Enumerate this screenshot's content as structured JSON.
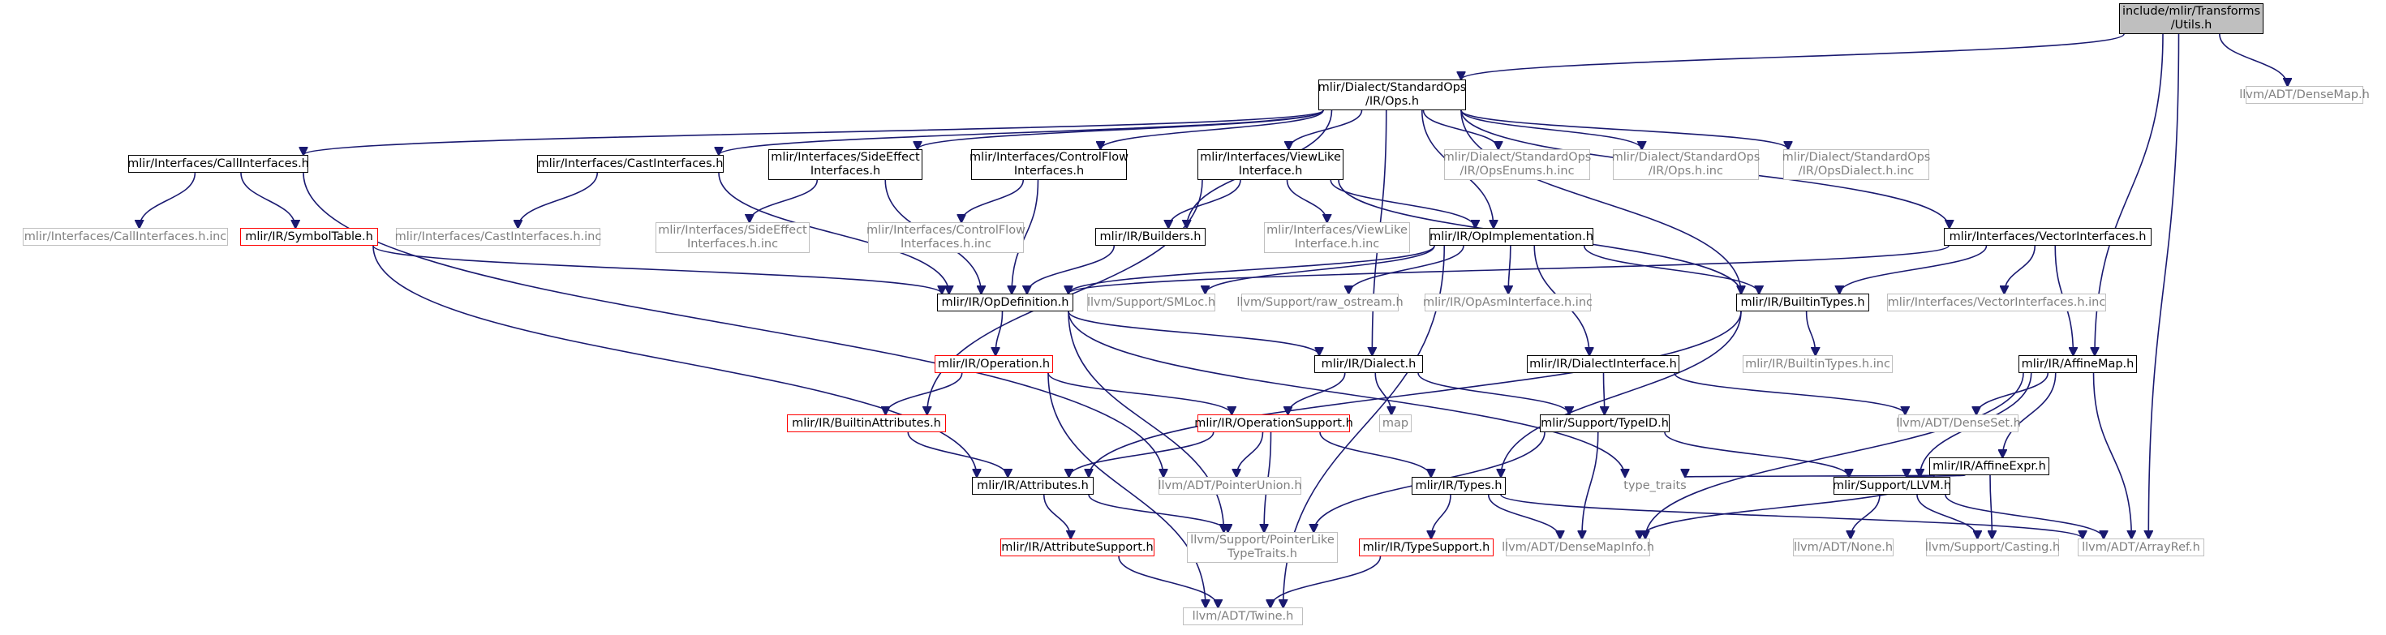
{
  "diagram": {
    "colors": {
      "edge": "#191970",
      "root_fill": "#bfbfbf",
      "documented_border": "#000000",
      "truncated_border": "#ff0000",
      "external_border": "#bfbfbf",
      "external_text": "#808080"
    },
    "nodes": [
      {
        "id": "root",
        "label": "include/mlir/Transforms\n/Utils.h",
        "kind": "root"
      },
      {
        "id": "ops",
        "label": "mlir/Dialect/StandardOps\n/IR/Ops.h",
        "kind": "doc"
      },
      {
        "id": "densemap",
        "label": "llvm/ADT/DenseMap.h",
        "kind": "ext"
      },
      {
        "id": "callif",
        "label": "mlir/Interfaces/CallInterfaces.h",
        "kind": "doc"
      },
      {
        "id": "castif",
        "label": "mlir/Interfaces/CastInterfaces.h",
        "kind": "doc"
      },
      {
        "id": "sideeff",
        "label": "mlir/Interfaces/SideEffect\nInterfaces.h",
        "kind": "doc"
      },
      {
        "id": "ctrlflow",
        "label": "mlir/Interfaces/ControlFlow\nInterfaces.h",
        "kind": "doc"
      },
      {
        "id": "viewlike",
        "label": "mlir/Interfaces/ViewLike\nInterface.h",
        "kind": "doc"
      },
      {
        "id": "opsenums",
        "label": "mlir/Dialect/StandardOps\n/IR/OpsEnums.h.inc",
        "kind": "ext"
      },
      {
        "id": "opsinc",
        "label": "mlir/Dialect/StandardOps\n/IR/Ops.h.inc",
        "kind": "ext"
      },
      {
        "id": "opsdialect",
        "label": "mlir/Dialect/StandardOps\n/IR/OpsDialect.h.inc",
        "kind": "ext"
      },
      {
        "id": "callifinc",
        "label": "mlir/Interfaces/CallInterfaces.h.inc",
        "kind": "ext"
      },
      {
        "id": "symtab",
        "label": "mlir/IR/SymbolTable.h",
        "kind": "trunc"
      },
      {
        "id": "castifinc",
        "label": "mlir/Interfaces/CastInterfaces.h.inc",
        "kind": "ext"
      },
      {
        "id": "sideeffinc",
        "label": "mlir/Interfaces/SideEffect\nInterfaces.h.inc",
        "kind": "ext"
      },
      {
        "id": "ctrlflowinc",
        "label": "mlir/Interfaces/ControlFlow\nInterfaces.h.inc",
        "kind": "ext"
      },
      {
        "id": "builders",
        "label": "mlir/IR/Builders.h",
        "kind": "doc"
      },
      {
        "id": "viewlikeinc",
        "label": "mlir/Interfaces/ViewLike\nInterface.h.inc",
        "kind": "ext"
      },
      {
        "id": "opimpl",
        "label": "mlir/IR/OpImplementation.h",
        "kind": "doc"
      },
      {
        "id": "vectorif",
        "label": "mlir/Interfaces/VectorInterfaces.h",
        "kind": "doc"
      },
      {
        "id": "opdef",
        "label": "mlir/IR/OpDefinition.h",
        "kind": "doc"
      },
      {
        "id": "smloc",
        "label": "llvm/Support/SMLoc.h",
        "kind": "ext"
      },
      {
        "id": "rawostream",
        "label": "llvm/Support/raw_ostream.h",
        "kind": "ext"
      },
      {
        "id": "opasminc",
        "label": "mlir/IR/OpAsmInterface.h.inc",
        "kind": "ext"
      },
      {
        "id": "builtintypes",
        "label": "mlir/IR/BuiltinTypes.h",
        "kind": "doc"
      },
      {
        "id": "vectorifinc",
        "label": "mlir/Interfaces/VectorInterfaces.h.inc",
        "kind": "ext"
      },
      {
        "id": "operation",
        "label": "mlir/IR/Operation.h",
        "kind": "trunc"
      },
      {
        "id": "dialect",
        "label": "mlir/IR/Dialect.h",
        "kind": "doc"
      },
      {
        "id": "dialectif",
        "label": "mlir/IR/DialectInterface.h",
        "kind": "doc"
      },
      {
        "id": "builtintypesinc",
        "label": "mlir/IR/BuiltinTypes.h.inc",
        "kind": "ext"
      },
      {
        "id": "affinemap",
        "label": "mlir/IR/AffineMap.h",
        "kind": "doc"
      },
      {
        "id": "builtinattrs",
        "label": "mlir/IR/BuiltinAttributes.h",
        "kind": "trunc"
      },
      {
        "id": "opsupport",
        "label": "mlir/IR/OperationSupport.h",
        "kind": "trunc"
      },
      {
        "id": "map",
        "label": "map",
        "kind": "ext"
      },
      {
        "id": "typeid",
        "label": "mlir/Support/TypeID.h",
        "kind": "doc"
      },
      {
        "id": "denseset",
        "label": "llvm/ADT/DenseSet.h",
        "kind": "ext"
      },
      {
        "id": "affineexpr",
        "label": "mlir/IR/AffineExpr.h",
        "kind": "doc"
      },
      {
        "id": "attributes",
        "label": "mlir/IR/Attributes.h",
        "kind": "doc"
      },
      {
        "id": "pointerunion",
        "label": "llvm/ADT/PointerUnion.h",
        "kind": "ext"
      },
      {
        "id": "types",
        "label": "mlir/IR/Types.h",
        "kind": "doc"
      },
      {
        "id": "typetraits",
        "label": "type_traits",
        "kind": "plain"
      },
      {
        "id": "llvmh",
        "label": "mlir/Support/LLVM.h",
        "kind": "doc"
      },
      {
        "id": "attrsupport",
        "label": "mlir/IR/AttributeSupport.h",
        "kind": "trunc"
      },
      {
        "id": "pltt",
        "label": "llvm/Support/PointerLike\nTypeTraits.h",
        "kind": "ext"
      },
      {
        "id": "typesupport",
        "label": "mlir/IR/TypeSupport.h",
        "kind": "trunc"
      },
      {
        "id": "densemapinfo",
        "label": "llvm/ADT/DenseMapInfo.h",
        "kind": "ext"
      },
      {
        "id": "none",
        "label": "llvm/ADT/None.h",
        "kind": "ext"
      },
      {
        "id": "casting",
        "label": "llvm/Support/Casting.h",
        "kind": "ext"
      },
      {
        "id": "arrayref",
        "label": "llvm/ADT/ArrayRef.h",
        "kind": "ext"
      },
      {
        "id": "twine",
        "label": "llvm/ADT/Twine.h",
        "kind": "ext"
      }
    ],
    "edges": [
      [
        "root",
        "ops"
      ],
      [
        "root",
        "densemap"
      ],
      [
        "root",
        "affinemap"
      ],
      [
        "root",
        "arrayref"
      ],
      [
        "ops",
        "callif"
      ],
      [
        "ops",
        "castif"
      ],
      [
        "ops",
        "sideeff"
      ],
      [
        "ops",
        "ctrlflow"
      ],
      [
        "ops",
        "viewlike"
      ],
      [
        "ops",
        "opsenums"
      ],
      [
        "ops",
        "opsinc"
      ],
      [
        "ops",
        "opsdialect"
      ],
      [
        "ops",
        "vectorif"
      ],
      [
        "ops",
        "builders"
      ],
      [
        "ops",
        "opimpl"
      ],
      [
        "ops",
        "builtintypes"
      ],
      [
        "ops",
        "dialect"
      ],
      [
        "callif",
        "callifinc"
      ],
      [
        "callif",
        "symtab"
      ],
      [
        "callif",
        "pointerunion"
      ],
      [
        "castif",
        "castifinc"
      ],
      [
        "castif",
        "opdef"
      ],
      [
        "sideeff",
        "sideeffinc"
      ],
      [
        "sideeff",
        "opdef"
      ],
      [
        "ctrlflow",
        "ctrlflowinc"
      ],
      [
        "ctrlflow",
        "opdef"
      ],
      [
        "viewlike",
        "builders"
      ],
      [
        "viewlike",
        "viewlikeinc"
      ],
      [
        "viewlike",
        "opimpl"
      ],
      [
        "viewlike",
        "builtinattrs"
      ],
      [
        "viewlike",
        "builtintypes"
      ],
      [
        "symtab",
        "opdef"
      ],
      [
        "symtab",
        "attributes"
      ],
      [
        "builders",
        "opdef"
      ],
      [
        "opimpl",
        "opdef"
      ],
      [
        "opimpl",
        "smloc"
      ],
      [
        "opimpl",
        "rawostream"
      ],
      [
        "opimpl",
        "opasminc"
      ],
      [
        "opimpl",
        "builtintypes"
      ],
      [
        "opimpl",
        "dialectif"
      ],
      [
        "opimpl",
        "twine"
      ],
      [
        "vectorif",
        "opdef"
      ],
      [
        "vectorif",
        "builtintypes"
      ],
      [
        "vectorif",
        "vectorifinc"
      ],
      [
        "vectorif",
        "affinemap"
      ],
      [
        "opdef",
        "operation"
      ],
      [
        "opdef",
        "dialect"
      ],
      [
        "opdef",
        "typetraits"
      ],
      [
        "opdef",
        "pltt"
      ],
      [
        "builtintypes",
        "builtintypesinc"
      ],
      [
        "builtintypes",
        "attributes"
      ],
      [
        "builtintypes",
        "types"
      ],
      [
        "operation",
        "builtinattrs"
      ],
      [
        "operation",
        "opsupport"
      ],
      [
        "operation",
        "twine"
      ],
      [
        "dialect",
        "opsupport"
      ],
      [
        "dialect",
        "map"
      ],
      [
        "dialect",
        "typeid"
      ],
      [
        "dialectif",
        "typeid"
      ],
      [
        "dialectif",
        "denseset"
      ],
      [
        "affinemap",
        "denseset"
      ],
      [
        "affinemap",
        "affineexpr"
      ],
      [
        "affinemap",
        "llvmh"
      ],
      [
        "affinemap",
        "arrayref"
      ],
      [
        "affinemap",
        "densemapinfo"
      ],
      [
        "builtinattrs",
        "attributes"
      ],
      [
        "opsupport",
        "attributes"
      ],
      [
        "opsupport",
        "pointerunion"
      ],
      [
        "opsupport",
        "types"
      ],
      [
        "opsupport",
        "pltt"
      ],
      [
        "typeid",
        "llvmh"
      ],
      [
        "typeid",
        "densemapinfo"
      ],
      [
        "typeid",
        "pltt"
      ],
      [
        "affineexpr",
        "typetraits"
      ],
      [
        "affineexpr",
        "llvmh"
      ],
      [
        "affineexpr",
        "casting"
      ],
      [
        "affineexpr",
        "densemapinfo"
      ],
      [
        "attributes",
        "attrsupport"
      ],
      [
        "attributes",
        "pltt"
      ],
      [
        "types",
        "typesupport"
      ],
      [
        "types",
        "densemapinfo"
      ],
      [
        "types",
        "arrayref"
      ],
      [
        "llvmh",
        "none"
      ],
      [
        "llvmh",
        "casting"
      ],
      [
        "llvmh",
        "arrayref"
      ],
      [
        "attrsupport",
        "twine"
      ],
      [
        "typesupport",
        "twine"
      ]
    ]
  }
}
